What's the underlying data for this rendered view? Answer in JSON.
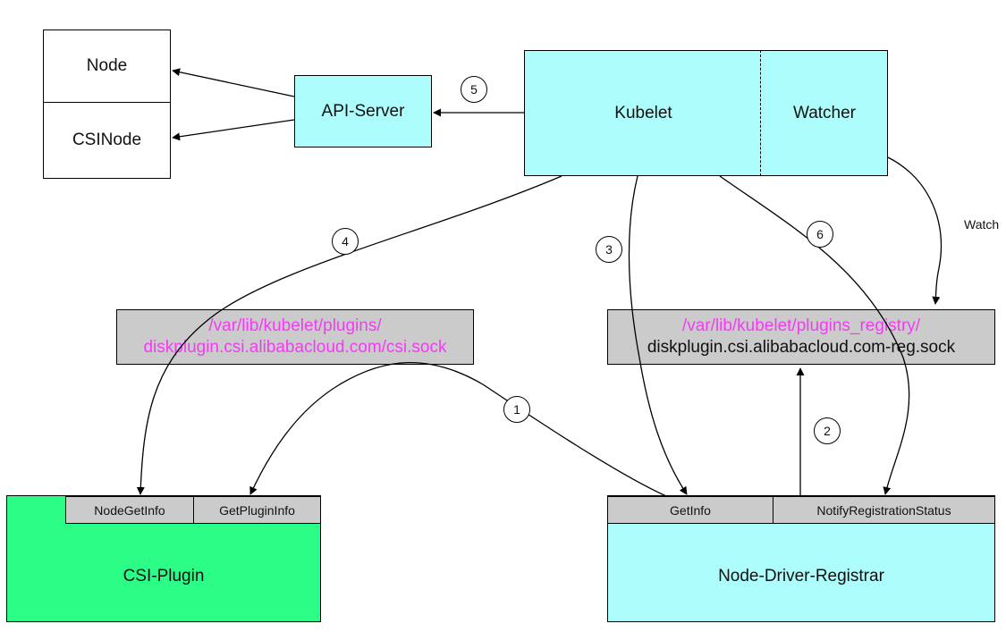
{
  "node": "Node",
  "csinode": "CSINode",
  "api_server": "API-Server",
  "kubelet": "Kubelet",
  "watcher": "Watcher",
  "watch_label": "Watch",
  "csi_sock": {
    "line1": "/var/lib/kubelet/plugins/",
    "line2": "diskplugin.csi.alibabacloud.com/csi.sock"
  },
  "reg_sock": {
    "line1": "/var/lib/kubelet/plugins_registry/",
    "line2": "diskplugin.csi.alibabacloud.com-reg.sock"
  },
  "csi_plugin": {
    "name": "CSI-Plugin",
    "methods": [
      "NodeGetInfo",
      "GetPluginInfo"
    ]
  },
  "registrar": {
    "name": "Node-Driver-Registrar",
    "methods": [
      "GetInfo",
      "NotifyRegistrationStatus"
    ]
  },
  "steps": [
    "1",
    "2",
    "3",
    "4",
    "5",
    "6"
  ],
  "colors": {
    "cyan": "#adfdfd",
    "green": "#2cfd86",
    "gray": "#cbcbcb",
    "path_pink": "#f23cf2"
  }
}
